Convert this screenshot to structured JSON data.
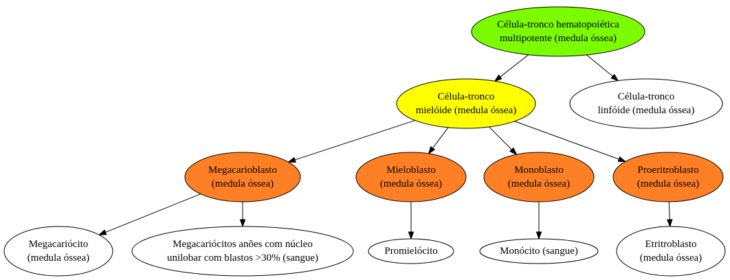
{
  "colors": {
    "root": "#7cfc00",
    "myeloid": "#ffff00",
    "progenitor": "#ff7f24",
    "plain": "#ffffff",
    "stroke": "#000000"
  },
  "nodes": {
    "hsc": {
      "lines": [
        "Célula-tronco hematopoiética",
        "multipotente (medula óssea)"
      ],
      "fill": "root"
    },
    "myeloid_stem": {
      "lines": [
        "Célula-tronco",
        "mielóide (medula óssea)"
      ],
      "fill": "myeloid"
    },
    "lymphoid_stem": {
      "lines": [
        "Célula-tronco",
        "linfóide (medula óssea)"
      ],
      "fill": "plain"
    },
    "megakaryoblast": {
      "lines": [
        "Megacarioblasto",
        "(medula óssea)"
      ],
      "fill": "progenitor"
    },
    "myeloblast": {
      "lines": [
        "Mieloblasto",
        "(medula óssea)"
      ],
      "fill": "progenitor"
    },
    "monoblast": {
      "lines": [
        "Monoblasto",
        "(medula óssea)"
      ],
      "fill": "progenitor"
    },
    "proerythroblast": {
      "lines": [
        "Proeritroblasto",
        "(medula óssea)"
      ],
      "fill": "progenitor"
    },
    "megakaryocyte": {
      "lines": [
        "Megacariócito",
        "(medula óssea)"
      ],
      "fill": "plain"
    },
    "dwarf_megakaryocytes": {
      "lines": [
        "Megacariócitos anões com núcleo",
        "unilobar com blastos >30% (sangue)"
      ],
      "fill": "plain"
    },
    "promyelocyte": {
      "lines": [
        "Promielócito"
      ],
      "fill": "plain"
    },
    "monocyte": {
      "lines": [
        "Monócito (sangue)"
      ],
      "fill": "plain"
    },
    "erythroblast": {
      "lines": [
        "Etritroblasto",
        "(medula óssea)"
      ],
      "fill": "plain"
    }
  },
  "edges": [
    [
      "hsc",
      "myeloid_stem"
    ],
    [
      "hsc",
      "lymphoid_stem"
    ],
    [
      "myeloid_stem",
      "megakaryoblast"
    ],
    [
      "myeloid_stem",
      "myeloblast"
    ],
    [
      "myeloid_stem",
      "monoblast"
    ],
    [
      "myeloid_stem",
      "proerythroblast"
    ],
    [
      "megakaryoblast",
      "megakaryocyte"
    ],
    [
      "megakaryoblast",
      "dwarf_megakaryocytes"
    ],
    [
      "myeloblast",
      "promyelocyte"
    ],
    [
      "monoblast",
      "monocyte"
    ],
    [
      "proerythroblast",
      "erythroblast"
    ]
  ]
}
